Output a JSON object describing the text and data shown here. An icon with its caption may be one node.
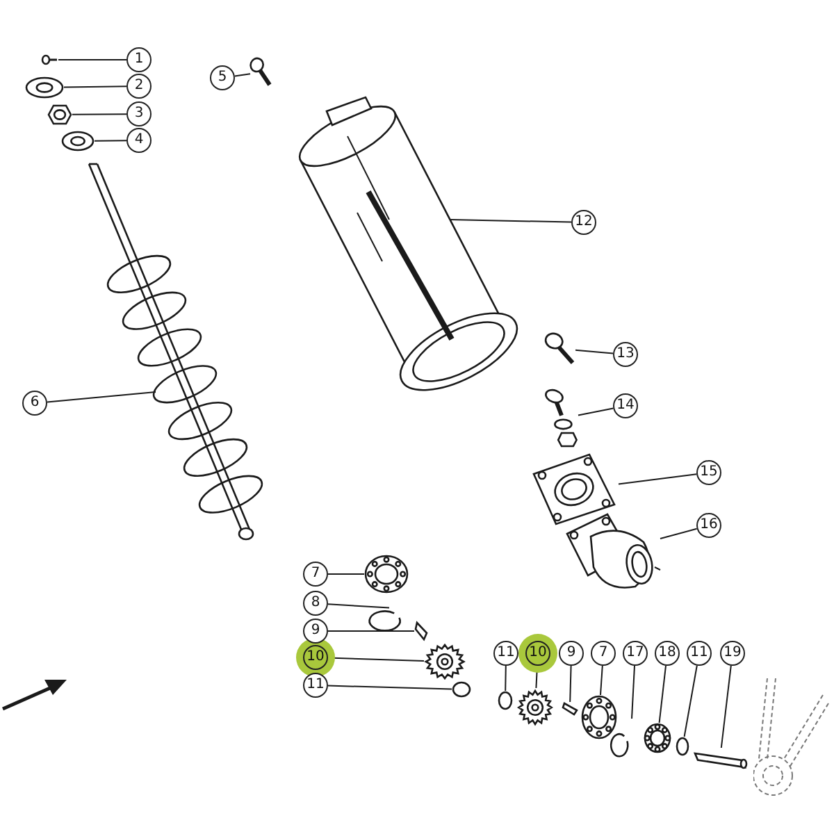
{
  "diagram": {
    "nodes": [
      {
        "text": [
          "1"
        ]
      },
      {
        "text": [
          "2"
        ]
      },
      {
        "text": [
          "3"
        ]
      },
      {
        "text": [
          "4"
        ]
      },
      {
        "text": [
          "5"
        ]
      },
      {
        "text": [
          "6"
        ]
      },
      {
        "text": [
          "12"
        ]
      },
      {
        "text": [
          "13"
        ]
      },
      {
        "text": [
          "14"
        ]
      },
      {
        "text": [
          "15"
        ]
      },
      {
        "text": [
          "16"
        ]
      },
      {
        "text": [
          "7"
        ]
      },
      {
        "text": [
          "8"
        ]
      },
      {
        "text": [
          "9"
        ]
      },
      {
        "text": [
          "10"
        ]
      },
      {
        "text": [
          "11"
        ]
      },
      {
        "text": [
          "11"
        ]
      },
      {
        "text": [
          "10"
        ]
      },
      {
        "text": [
          "9"
        ]
      },
      {
        "text": [
          "7"
        ]
      },
      {
        "text": [
          "17"
        ]
      },
      {
        "text": [
          "18"
        ]
      },
      {
        "text": [
          "11"
        ]
      },
      {
        "text": [
          "19"
        ]
      },
      {
        "text": [],
        "shape": "picture"
      },
      {
        "text": [],
        "shape": "picture"
      },
      {
        "text": [],
        "shape": "picture"
      },
      {
        "text": [],
        "shape": "picture"
      },
      {
        "text": [],
        "shape": "picture"
      },
      {
        "text": [],
        "shape": "picture"
      },
      {
        "text": [],
        "shape": "picture"
      },
      {
        "text": [],
        "shape": "picture"
      },
      {
        "text": [],
        "shape": "picture"
      },
      {
        "text": [],
        "shape": "picture"
      },
      {
        "text": [],
        "shape": "picture"
      },
      {
        "text": [],
        "shape": "picture"
      },
      {
        "text": [],
        "shape": "picture"
      },
      {
        "text": [],
        "shape": "picture"
      },
      {
        "text": [],
        "shape": "picture"
      },
      {
        "text": [],
        "shape": "circle"
      },
      {
        "text": [],
        "shape": "circle"
      },
      {
        "text": [],
        "shape": "picture"
      },
      {
        "text": [],
        "shape": "picture"
      },
      {
        "text": [],
        "shape": "picture"
      },
      {
        "text": [],
        "shape": "picture"
      },
      {
        "text": [],
        "shape": "picture"
      },
      {
        "text": [],
        "shape": "circle"
      },
      {
        "text": [],
        "shape": "bar"
      }
    ],
    "edges": [
      {
        "from": 0,
        "to": 24,
        "arrow": "none"
      },
      {
        "from": 1,
        "to": 25,
        "arrow": "none"
      },
      {
        "from": 2,
        "to": 26,
        "arrow": "none"
      },
      {
        "from": 3,
        "to": 27,
        "arrow": "none"
      },
      {
        "from": 4,
        "to": 28,
        "arrow": "none"
      },
      {
        "from": 5,
        "to": 29,
        "arrow": "none"
      },
      {
        "from": 6,
        "to": 30,
        "arrow": "none"
      },
      {
        "from": 7,
        "to": 31,
        "arrow": "none"
      },
      {
        "from": 8,
        "to": 32,
        "arrow": "none"
      },
      {
        "from": 9,
        "to": 33,
        "arrow": "none"
      },
      {
        "from": 10,
        "to": 34,
        "arrow": "none"
      },
      {
        "from": 11,
        "to": 35,
        "arrow": "none"
      },
      {
        "from": 12,
        "to": 36,
        "arrow": "none"
      },
      {
        "from": 13,
        "to": 37,
        "arrow": "none"
      },
      {
        "from": 14,
        "to": 38,
        "arrow": "none"
      },
      {
        "from": 15,
        "to": 39,
        "arrow": "none"
      },
      {
        "from": 16,
        "to": 40,
        "arrow": "none"
      },
      {
        "from": 17,
        "to": 41,
        "arrow": "none"
      },
      {
        "from": 18,
        "to": 42,
        "arrow": "none"
      },
      {
        "from": 19,
        "to": 43,
        "arrow": "none"
      },
      {
        "from": 20,
        "to": 44,
        "arrow": "none"
      },
      {
        "from": 21,
        "to": 45,
        "arrow": "none"
      },
      {
        "from": 22,
        "to": 46,
        "arrow": "none"
      },
      {
        "from": 23,
        "to": 47,
        "arrow": "none"
      }
    ]
  }
}
